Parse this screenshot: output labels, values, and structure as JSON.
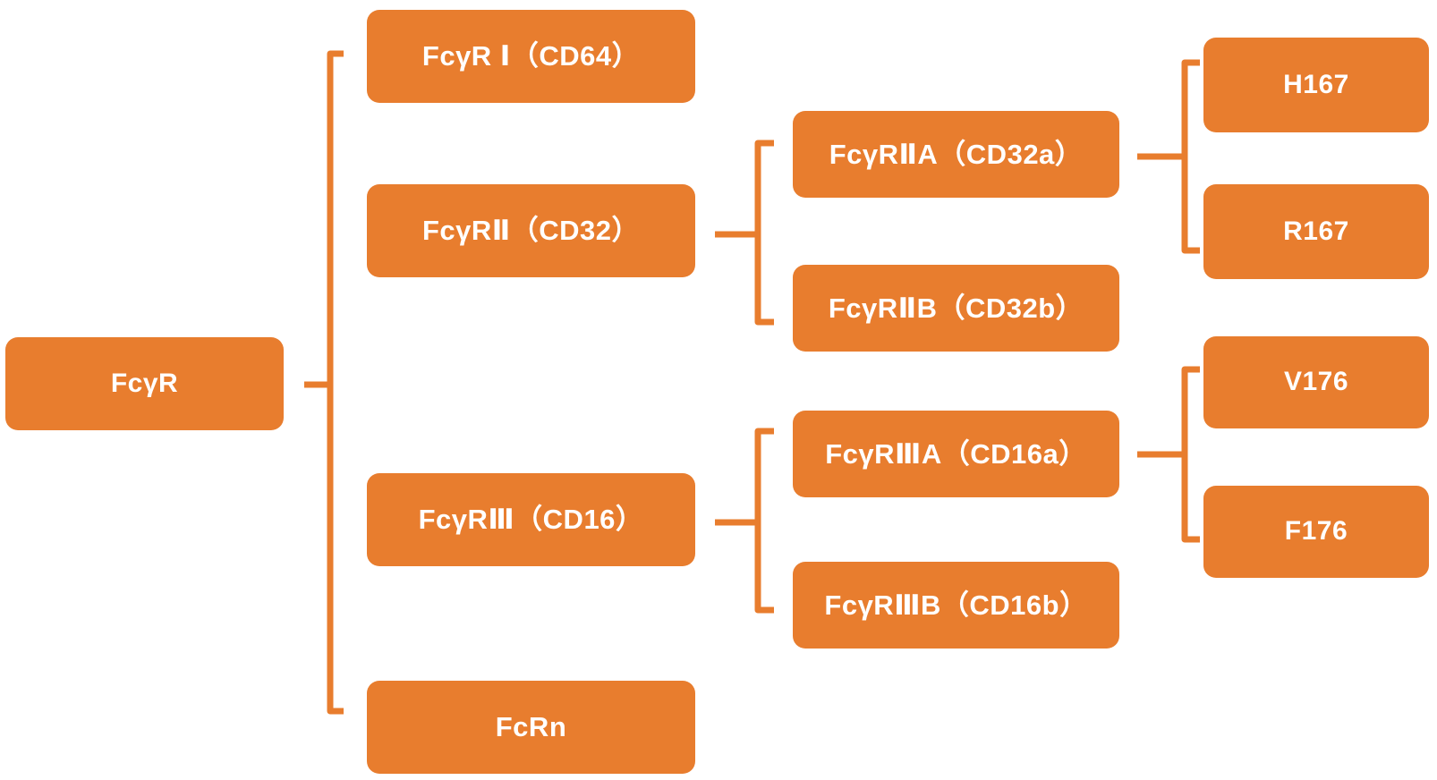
{
  "diagram": {
    "title": "FcγR receptor family tree",
    "accent_color": "#E87D2E",
    "text_color": "#FFFFFF",
    "background_color": "#FFFFFF"
  },
  "nodes": {
    "root": {
      "label": "FcγR"
    },
    "level2": [
      {
        "id": "fcgr1",
        "label": "FcγR Ⅰ（CD64）"
      },
      {
        "id": "fcgr2",
        "label": "FcγRⅡ（CD32）"
      },
      {
        "id": "fcgr3",
        "label": "FcγRⅢ（CD16）"
      },
      {
        "id": "fcrn",
        "label": "FcRn"
      }
    ],
    "level3": [
      {
        "id": "cd32a",
        "label": "FcγRⅡA（CD32a）"
      },
      {
        "id": "cd32b",
        "label": "FcγRⅡB（CD32b）"
      },
      {
        "id": "cd16a",
        "label": "FcγRⅢA（CD16a）"
      },
      {
        "id": "cd16b",
        "label": "FcγRⅢB（CD16b）"
      }
    ],
    "level4": [
      {
        "id": "h167",
        "label": "H167"
      },
      {
        "id": "r167",
        "label": "R167"
      },
      {
        "id": "v176",
        "label": "V176"
      },
      {
        "id": "f176",
        "label": "F176"
      }
    ]
  },
  "connectors": [
    {
      "id": "root-bracket",
      "from": "FcγR",
      "to": [
        "FcγR Ⅰ（CD64）",
        "FcγRⅡ（CD32）",
        "FcγRⅢ（CD16）",
        "FcRn"
      ]
    },
    {
      "id": "cd32-bracket",
      "from": "FcγRⅡ（CD32）",
      "to": [
        "FcγRⅡA（CD32a）",
        "FcγRⅡB（CD32b）"
      ]
    },
    {
      "id": "cd16-bracket",
      "from": "FcγRⅢ（CD16）",
      "to": [
        "FcγRⅢA（CD16a）",
        "FcγRⅢB（CD16b）"
      ]
    },
    {
      "id": "cd32a-bracket",
      "from": "FcγRⅡA（CD32a）",
      "to": [
        "H167",
        "R167"
      ]
    },
    {
      "id": "cd16a-bracket",
      "from": "FcγRⅢA（CD16a）",
      "to": [
        "V176",
        "F176"
      ]
    }
  ]
}
